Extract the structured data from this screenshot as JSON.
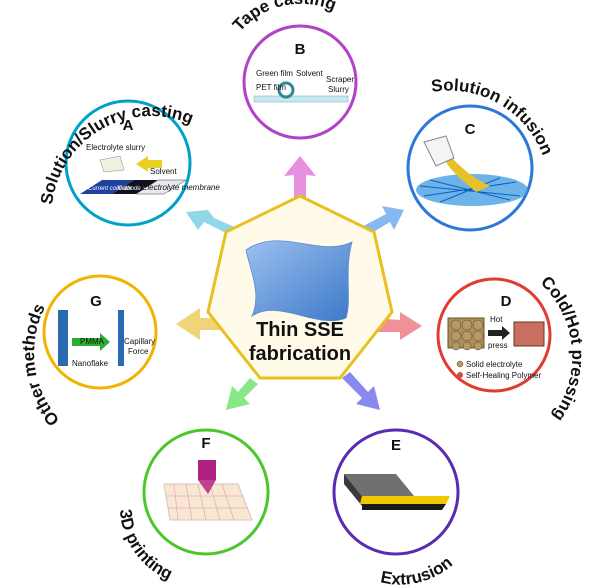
{
  "center": {
    "line1": "Thin SSE",
    "line2": "fabrication"
  },
  "methods": [
    {
      "id": "A",
      "title": "Solution/Slurry casting",
      "color": "#00a0c8",
      "labels": {
        "slurry": "Electrolyte slurry",
        "solvent": "Solvent",
        "current": "Current collector",
        "cathode": "Cathode layer",
        "membrane": "Electrolyte membrane"
      }
    },
    {
      "id": "B",
      "title": "Tape casting",
      "color": "#b042c8",
      "labels": {
        "green": "Green film",
        "pet": "PET film",
        "solvent": "Solvent",
        "scraper": "Scraper",
        "slurry": "Slurry"
      }
    },
    {
      "id": "C",
      "title": "Solution infusion",
      "color": "#2a78d8"
    },
    {
      "id": "D",
      "title": "Cold/Hot pressing",
      "color": "#e03c30",
      "labels": {
        "hot": "Hot",
        "press": "press",
        "solid": "Solid electrolyte",
        "healing": "Self-Healing Polymer"
      }
    },
    {
      "id": "E",
      "title": "Extrusion",
      "color": "#5a2ab4"
    },
    {
      "id": "F",
      "title": "3D printing",
      "color": "#4ac82a"
    },
    {
      "id": "G",
      "title": "Other methods",
      "color": "#f0b400",
      "labels": {
        "pmma": "PMMA",
        "capillary": "Capillary",
        "force": "Force",
        "nanoflake": "Nanoflake"
      }
    }
  ]
}
